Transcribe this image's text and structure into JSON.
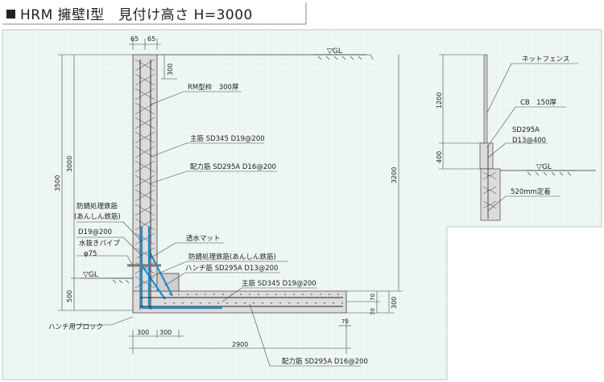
{
  "title": "HRM 擁壁Ⅰ型　見付け高さ H=3000",
  "title_marker": "■",
  "labels": {
    "dim_65a": "65",
    "dim_65b": "65",
    "dim_300_top": "300",
    "dim_3000": "3000",
    "dim_3500": "3500",
    "dim_500": "500",
    "dim_3200": "3200",
    "dim_70a": "70",
    "dim_70b": "70",
    "dim_300_right": "300",
    "dim_70_base": "70",
    "dim_300_b1": "300",
    "dim_300_b2": "300",
    "dim_2900": "2900",
    "gl_main": "▽GL",
    "gl_left": "▽GL",
    "gl_fence": "▽GL",
    "rm_frame": "RM型枠　300厚",
    "main_bar_wall": "主筋 SD345 D19@200",
    "dist_bar_wall": "配力筋 SD295A D16@200",
    "rust_bar_title1": "防錆処理鉄筋",
    "rust_bar_title2": "(あんしん鉄筋)",
    "rust_bar_spec": "D19@200",
    "drain_pipe1": "水抜きパイプ",
    "drain_pipe2": "φ75",
    "permeable_mat": "透水マット",
    "rust_bar_base": "防錆処理鉄筋(あんしん鉄筋)",
    "haunch_bar": "ハンチ筋 SD295A D13@200",
    "main_bar_base": "主筋 SD345 D19@200",
    "haunch_block": "ハンチ用ブロック",
    "dist_bar_base": "配力筋 SD295A D16@200",
    "net_fence": "ネットフェンス",
    "dim_1200": "1200",
    "cb": "CB　150厚",
    "sd295a": "SD295A",
    "d13": "D13@400",
    "dim_400": "400",
    "embed": "520mm定着"
  },
  "colors": {
    "panel_bg": "#eef7f3",
    "grid": "#cfe3dd",
    "rebar_blue": "#1b8fd6",
    "concrete": "#c9c9c9"
  }
}
